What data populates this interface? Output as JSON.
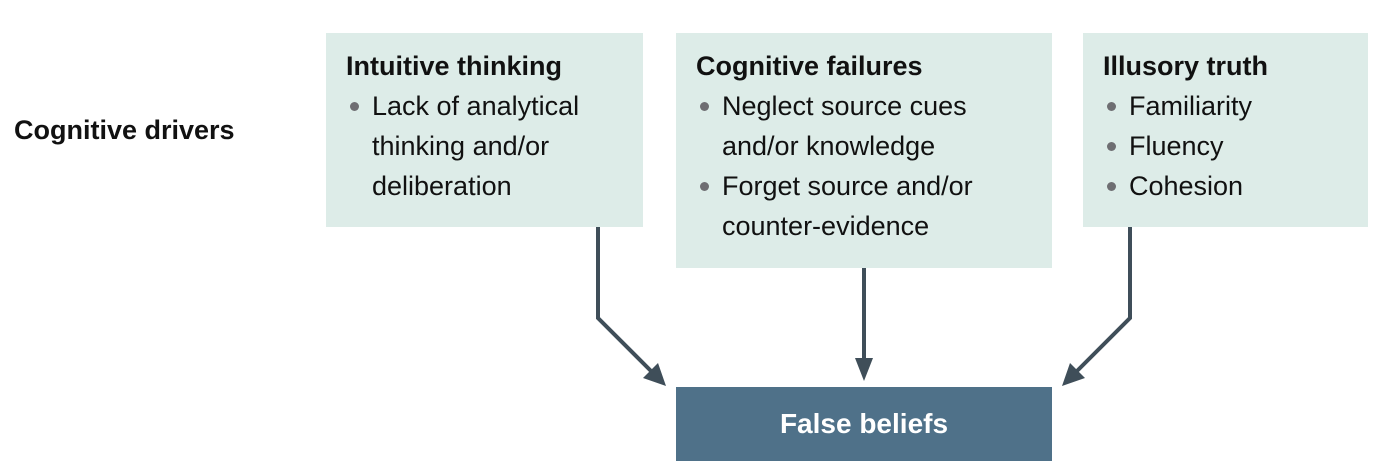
{
  "row_label": "Cognitive drivers",
  "drivers": [
    {
      "title": "Intuitive thinking",
      "items": [
        "Lack of analytical\nthinking and/or\ndeliberation"
      ]
    },
    {
      "title": "Cognitive failures",
      "items": [
        "Neglect source cues\nand/or knowledge",
        "Forget source and/or\ncounter-evidence"
      ]
    },
    {
      "title": "Illusory truth",
      "items": [
        "Familiarity",
        "Fluency",
        "Cohesion"
      ]
    }
  ],
  "outcome": "False beliefs",
  "colors": {
    "box_fill": "#ddece8",
    "outcome_fill": "#4f7189",
    "arrow": "#3f4e59",
    "bullet": "#6e6e72"
  }
}
